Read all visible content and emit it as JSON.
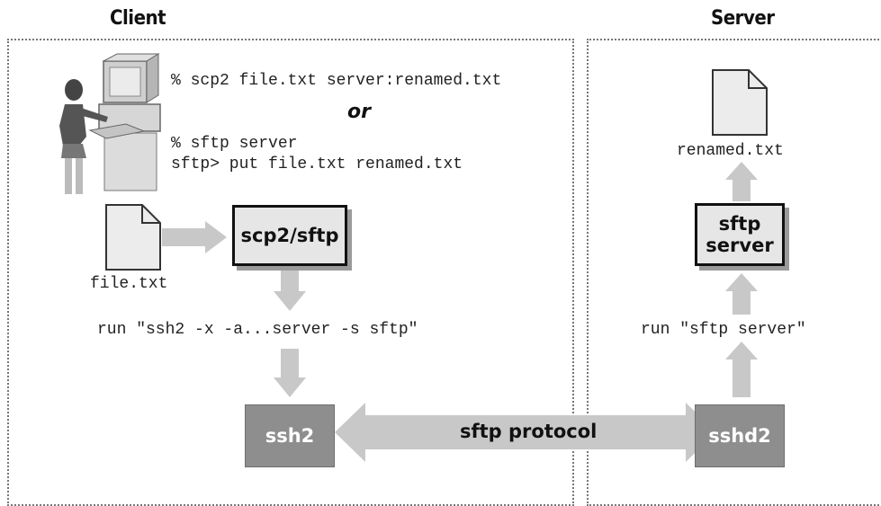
{
  "regions": {
    "client_label": "Client",
    "server_label": "Server"
  },
  "commands": {
    "scp_line": "% scp2 file.txt server:renamed.txt",
    "or_word": "or",
    "sftp_line": "% sftp server",
    "put_line": "sftp> put file.txt renamed.txt"
  },
  "files": {
    "client_file": "file.txt",
    "server_file": "renamed.txt"
  },
  "nodes": {
    "client_program": "scp2/sftp",
    "client_ssh": "ssh2",
    "server_program_line1": "sftp",
    "server_program_line2": "server",
    "server_sshd": "sshd2"
  },
  "runs": {
    "client_run": "run \"ssh2 -x -a...server -s sftp\"",
    "server_run": "run \"sftp server\""
  },
  "connection": {
    "protocol_label": "sftp protocol"
  },
  "colors": {
    "arrow_gray": "#c8c8c8",
    "node_light": "#e6e6e6",
    "node_dark": "#8e8e8e"
  }
}
